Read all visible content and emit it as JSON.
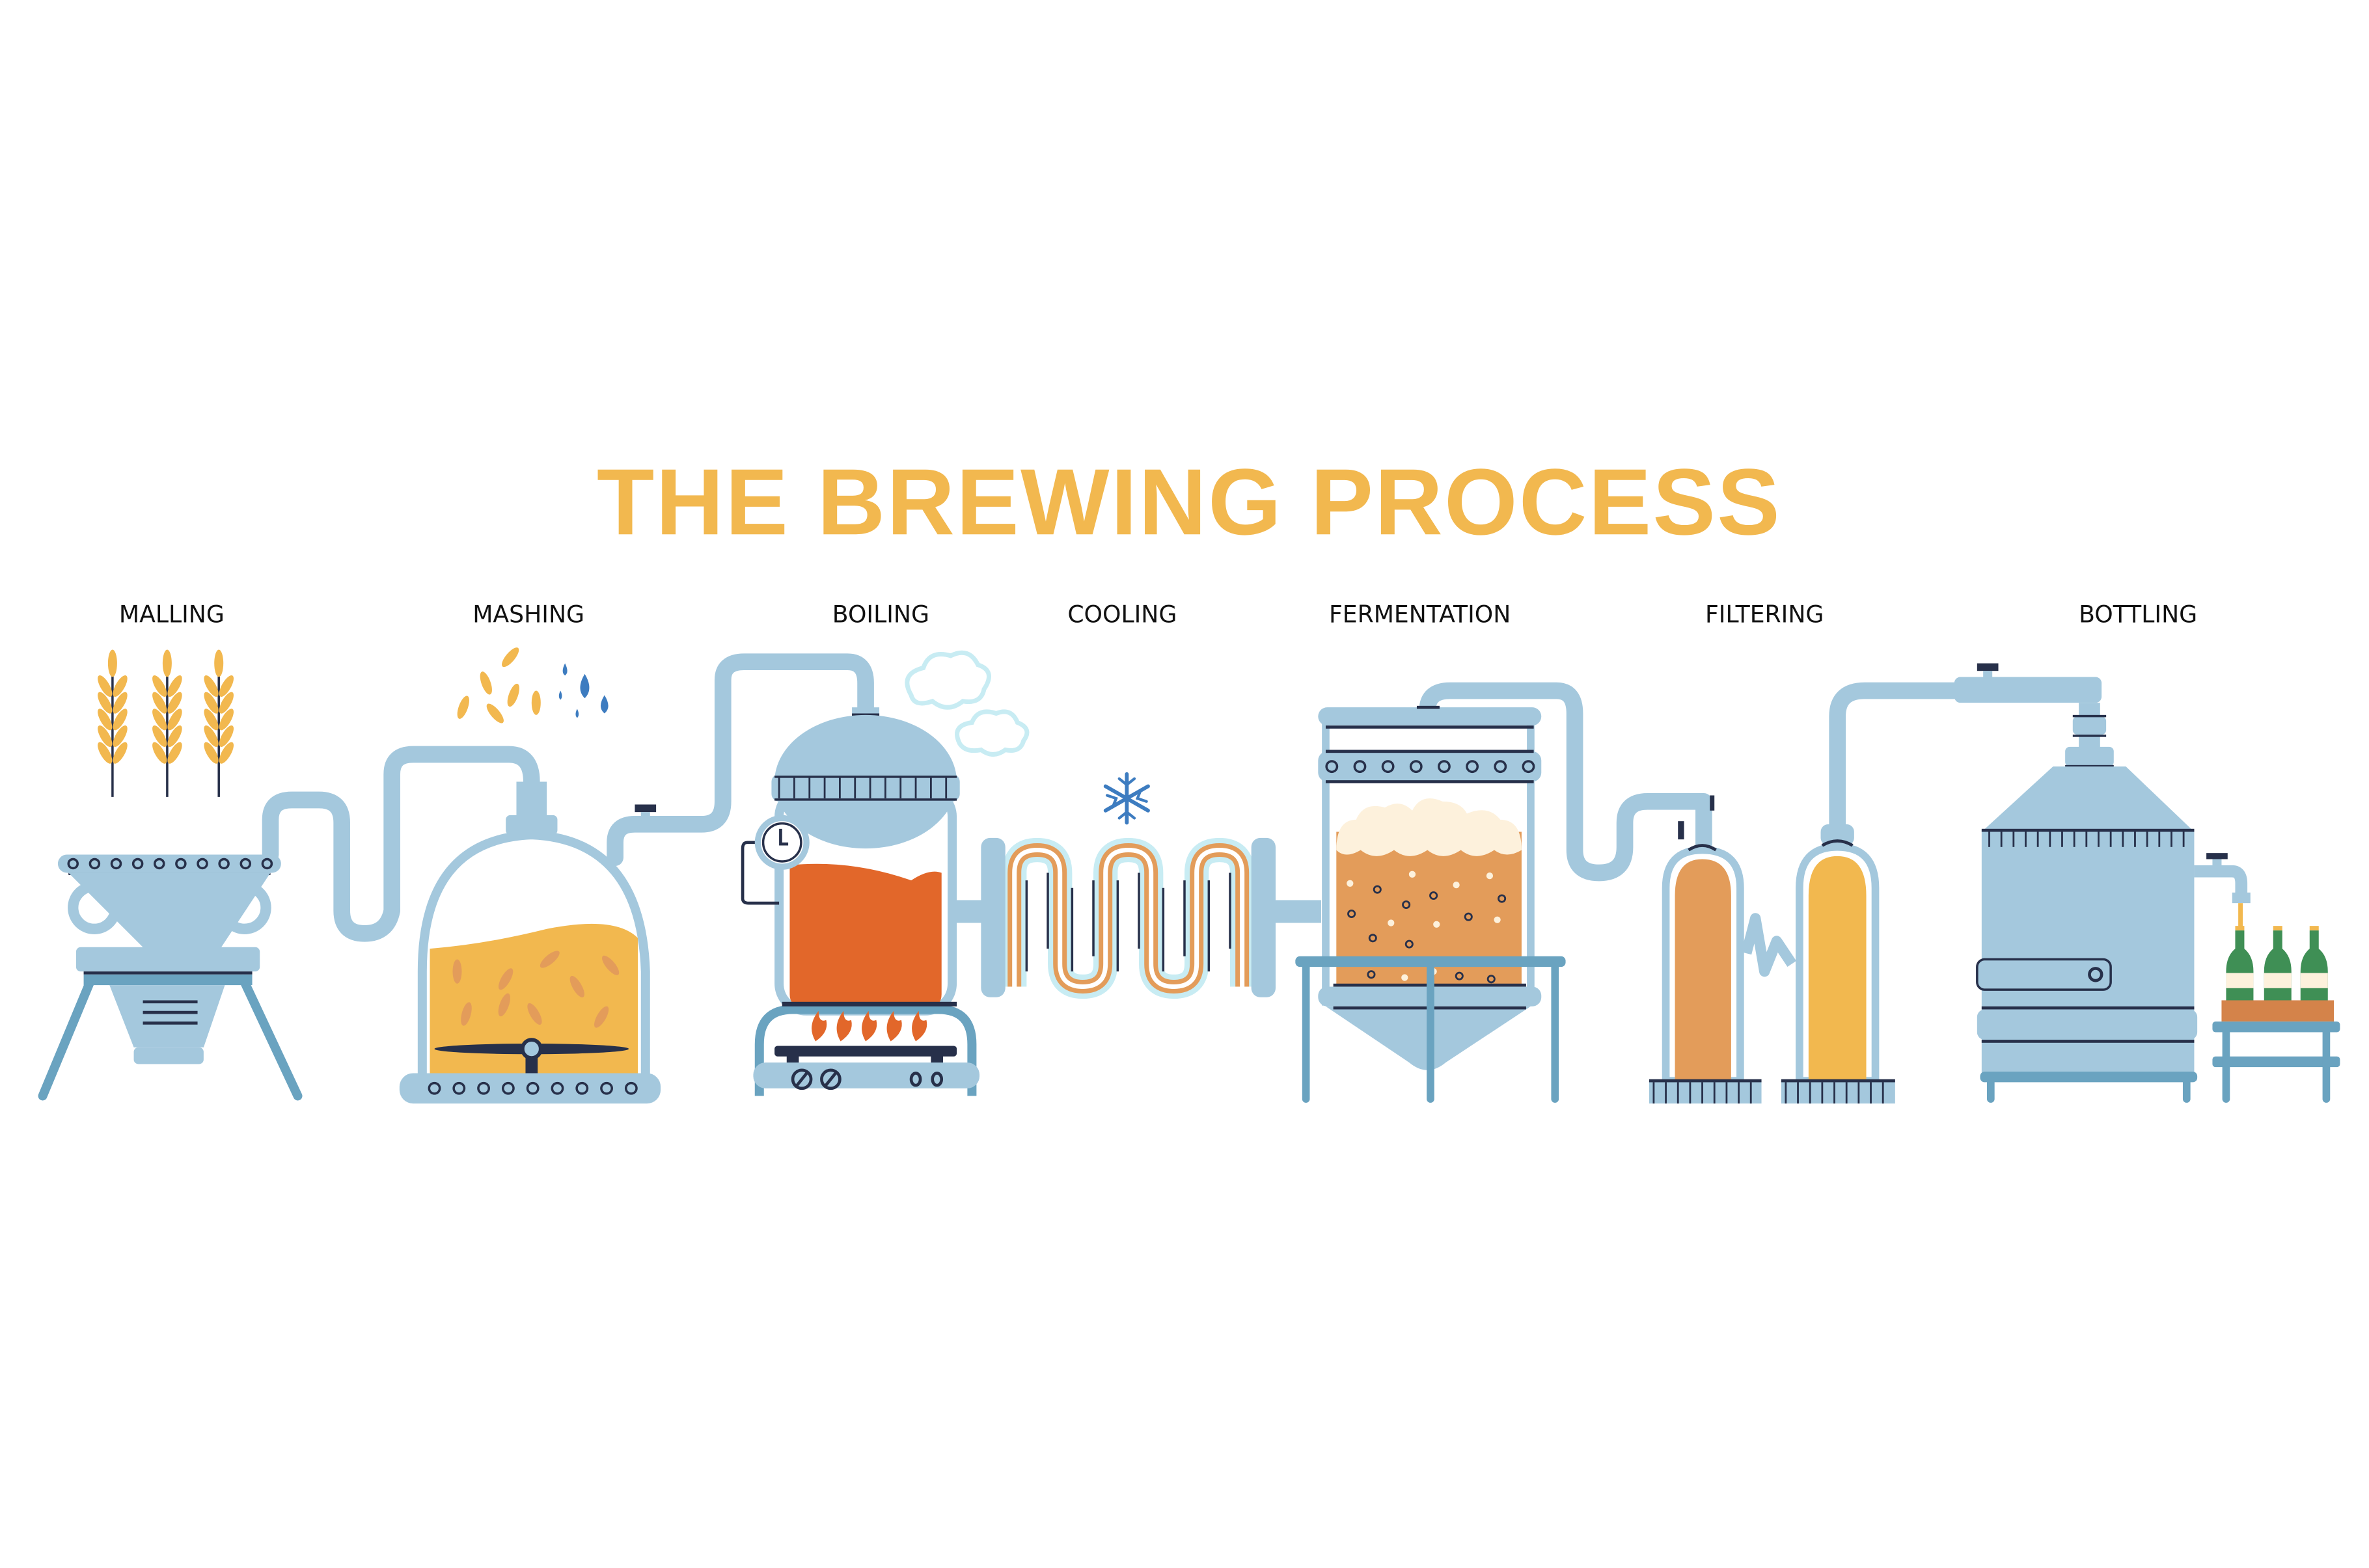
{
  "title": "THE BREWING PROCESS",
  "steps": [
    {
      "label": "MALLING"
    },
    {
      "label": "MASHING"
    },
    {
      "label": "BOILING"
    },
    {
      "label": "COOLING"
    },
    {
      "label": "FERMENTATION"
    },
    {
      "label": "FILTERING"
    },
    {
      "label": "BOTTLING"
    }
  ],
  "colors": {
    "title": "#f2b84f",
    "equipment": "#a4c8dd",
    "equipment_dark": "#6aa3c0",
    "outline": "#27304a",
    "wort": "#e2672a",
    "mash": "#f2b84f",
    "beer": "#e39c5a",
    "foam": "#fdf1dc",
    "bottle": "#3f8f55"
  }
}
